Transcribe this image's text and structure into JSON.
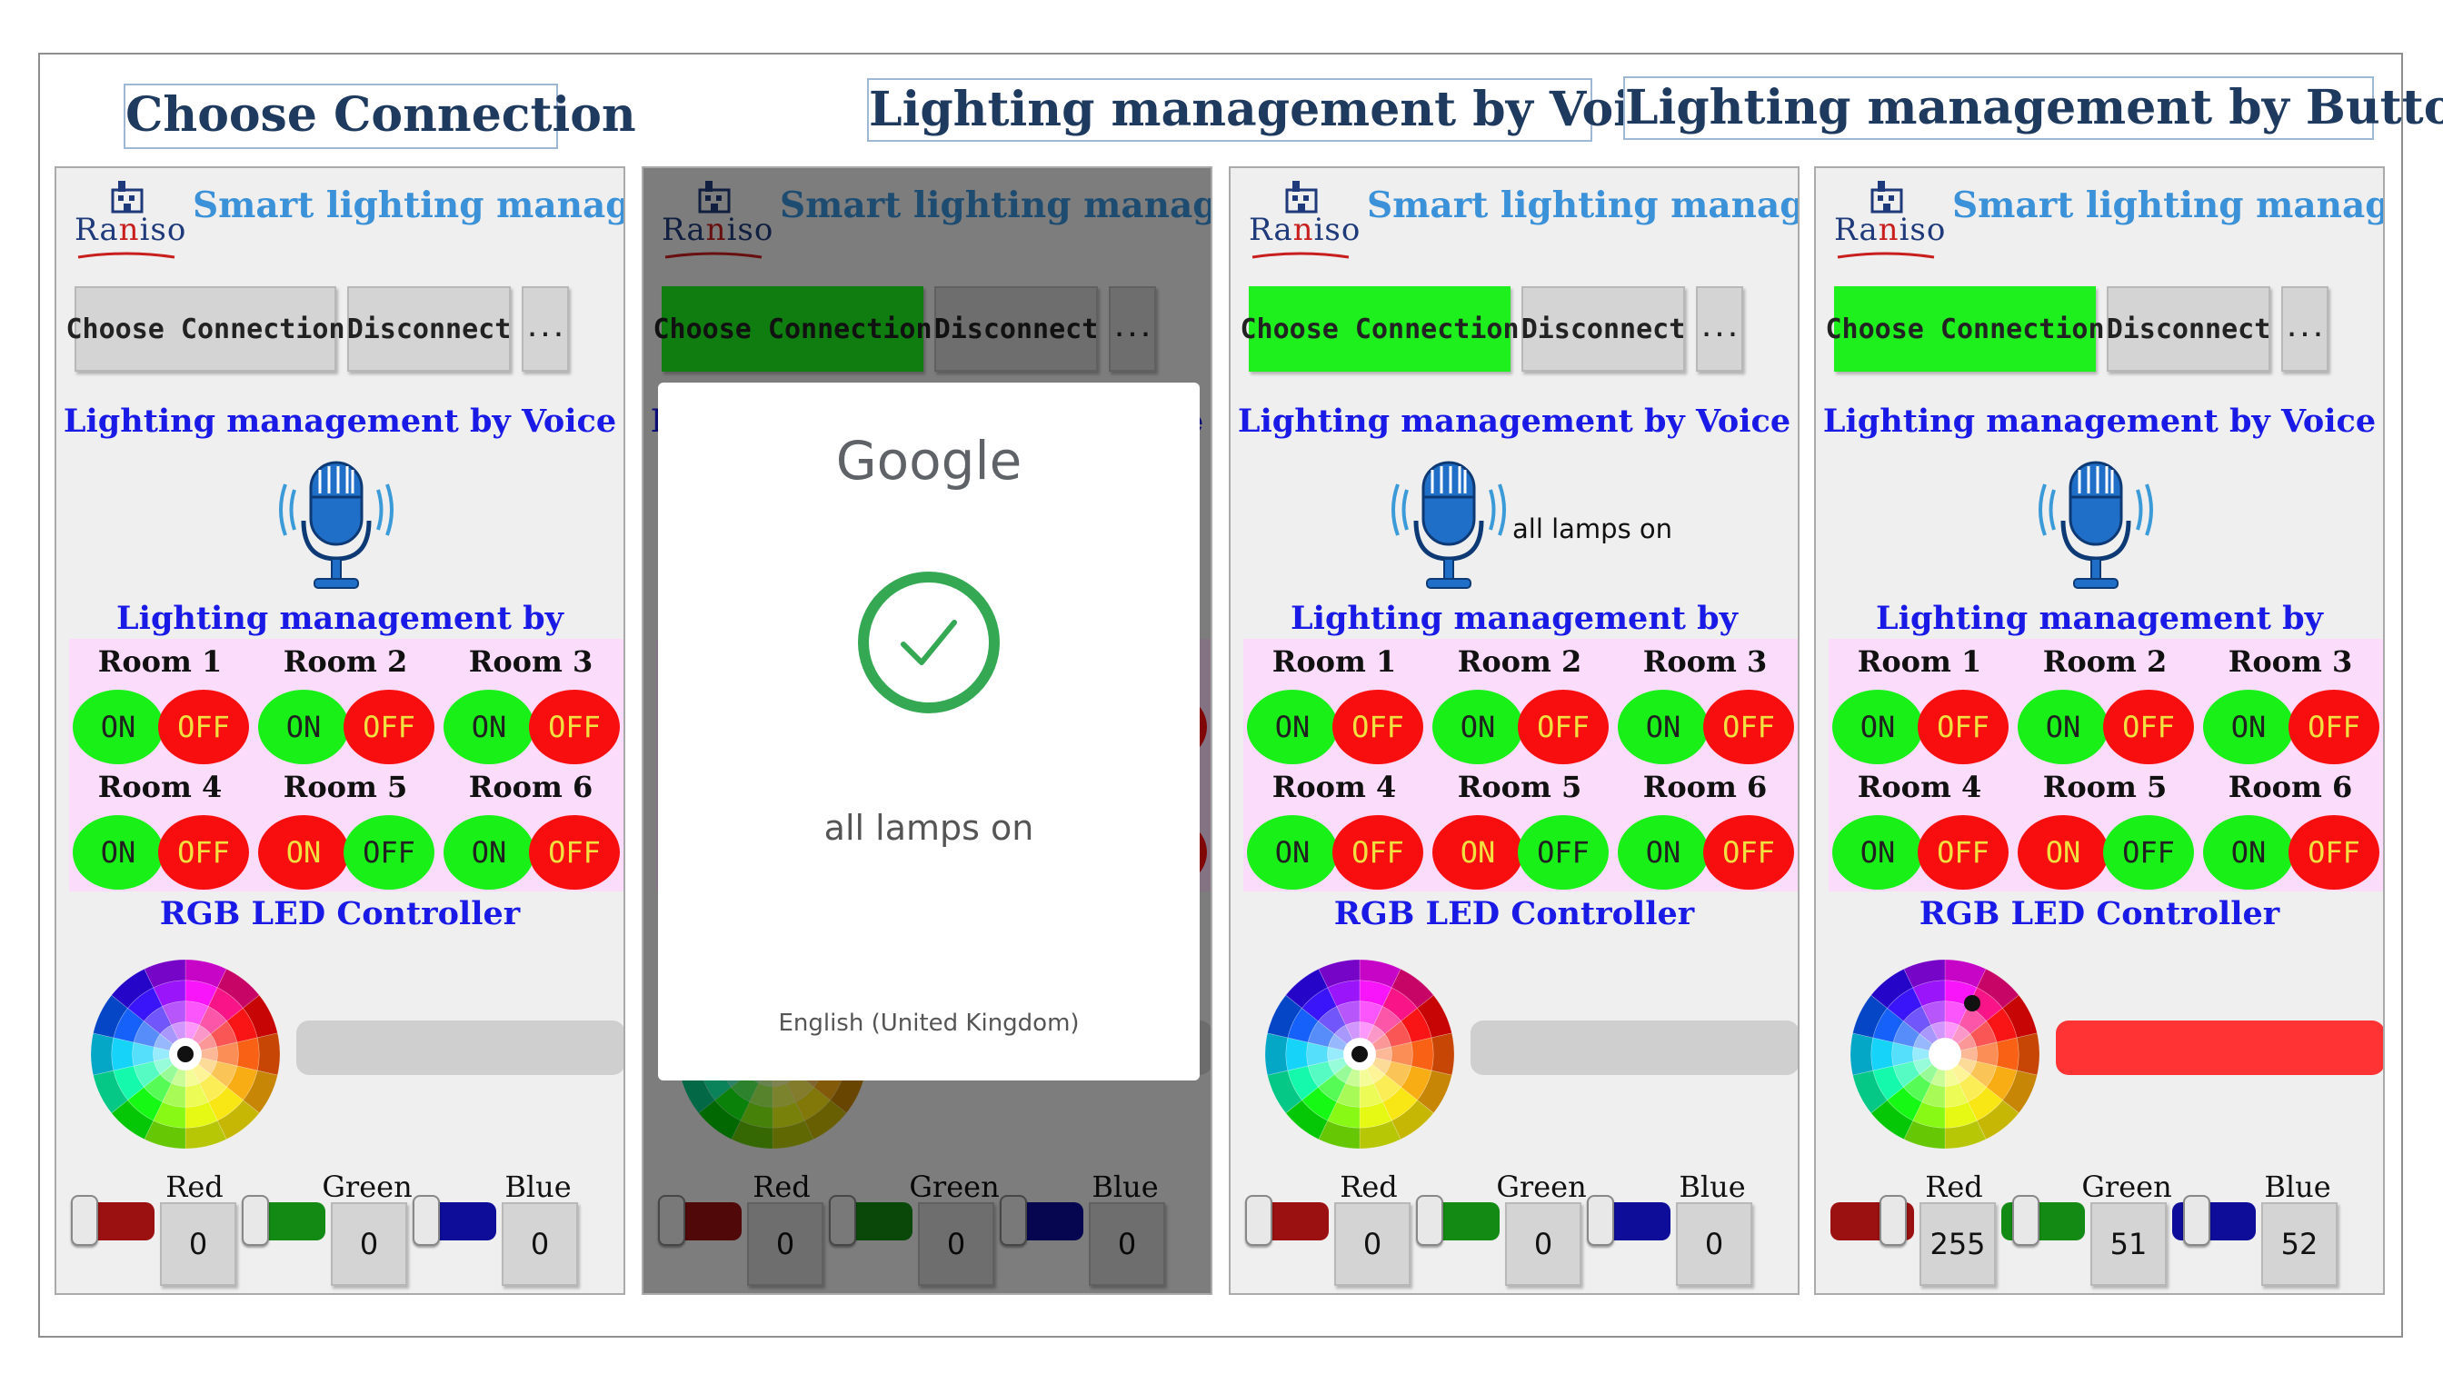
{
  "captions": {
    "choose": "Choose Connection",
    "voice": "Lighting management by Voice",
    "buttons": "Lighting management by Buttons"
  },
  "app": {
    "logo_text_a": "Ra",
    "logo_text_b": "n",
    "logo_text_c": "iso",
    "title": "Smart lighting management",
    "choose_label": "Choose Connection",
    "disconnect_label": "Disconnect",
    "more_label": "...",
    "voice_heading": "Lighting management by Voice",
    "buttons_heading": "Lighting management by Buttons",
    "rgb_heading": "RGB LED Controller",
    "on_label": "ON",
    "off_label": "OFF",
    "rooms": [
      "Room 1",
      "Room 2",
      "Room 3",
      "Room 4",
      "Room 5",
      "Room 6"
    ],
    "color_labels": {
      "red": "Red",
      "green": "Green",
      "blue": "Blue"
    }
  },
  "screens": [
    {
      "connected": false,
      "recognized": "",
      "rgb": {
        "red": "0",
        "green": "0",
        "blue": "0"
      },
      "preview_color": "#cfcfcf"
    },
    {
      "connected": true,
      "recognized": "",
      "rgb": {
        "red": "0",
        "green": "0",
        "blue": "0"
      },
      "preview_color": "#cfcfcf"
    },
    {
      "connected": true,
      "recognized": "all lamps on",
      "rgb": {
        "red": "0",
        "green": "0",
        "blue": "0"
      },
      "preview_color": "#cfcfcf"
    },
    {
      "connected": true,
      "recognized": "",
      "rgb": {
        "red": "255",
        "green": "51",
        "blue": "52"
      },
      "preview_color": "#ff3334"
    }
  ],
  "google_dialog": {
    "brand": "Google",
    "recognized": "all lamps on",
    "language": "English (United Kingdom)"
  },
  "colors": {
    "on": "#18f018",
    "off": "#f80e0e",
    "connected_button": "#1ef01e",
    "heading": "#1a1ae6",
    "app_title": "#3b92d8"
  }
}
